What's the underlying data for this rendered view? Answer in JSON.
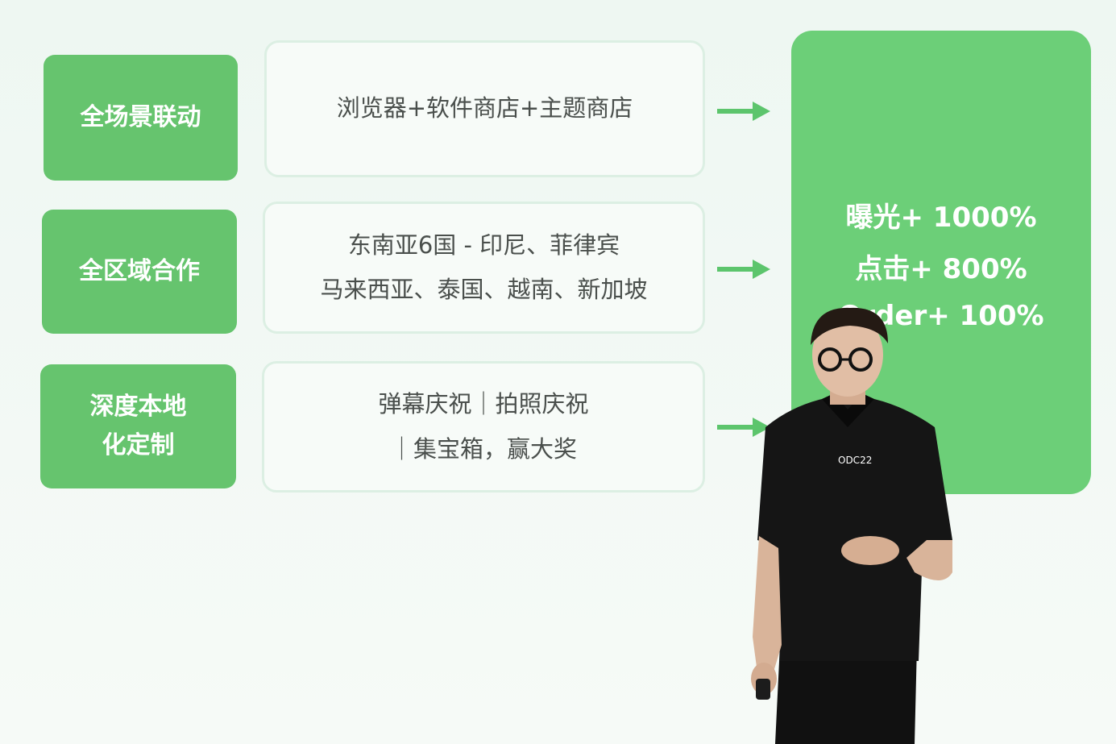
{
  "rows": [
    {
      "label_lines": [
        "全场景联动"
      ],
      "desc_lines": [
        "浏览器+软件商店+主题商店"
      ]
    },
    {
      "label_lines": [
        "全区域合作"
      ],
      "desc_lines": [
        "东南亚6国 - 印尼、菲律宾",
        "马来西亚、泰国、越南、新加坡"
      ]
    },
    {
      "label_lines": [
        "深度本地",
        "化定制"
      ],
      "desc_lines": [
        "弹幕庆祝｜拍照庆祝",
        "｜集宝箱，赢大奖"
      ]
    }
  ],
  "results": [
    "曝光+ 1000%",
    "点击+ 800%",
    "Order+ 100%"
  ],
  "shirt_logo": "ODC22",
  "colors": {
    "accent_green": "#66c46e",
    "result_green": "#6ccf78",
    "arrow_green": "#5cc56c"
  }
}
